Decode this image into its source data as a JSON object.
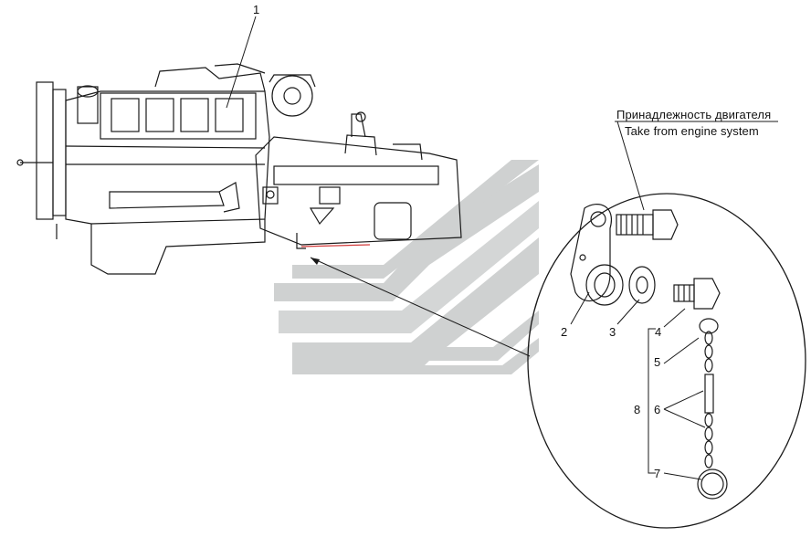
{
  "caption": {
    "ru": "Принадлежность двигателя",
    "en": "Take from engine system"
  },
  "callouts": {
    "c1": "1",
    "c2": "2",
    "c3": "3",
    "c4": "4",
    "c5": "5",
    "c6": "6",
    "c7": "7",
    "c8": "8"
  },
  "colors": {
    "line": "#1a1a1a",
    "watermark": "#c9cbcb",
    "highlight": "#d23a3a"
  }
}
